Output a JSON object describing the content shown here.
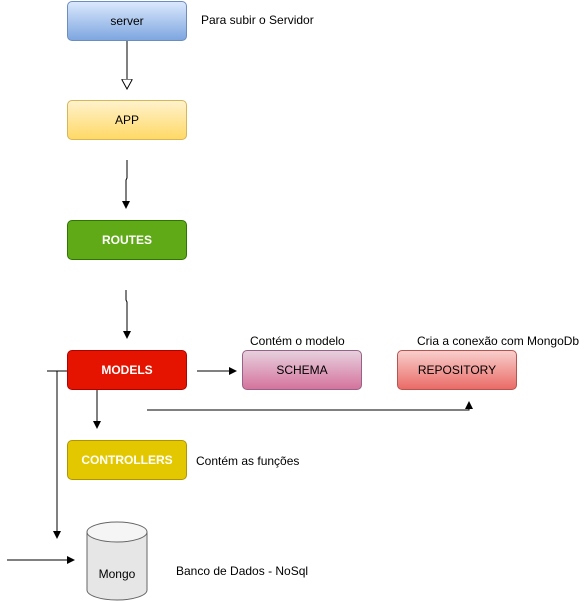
{
  "nodes": {
    "server": "server",
    "app": "APP",
    "routes": "ROUTES",
    "models": "MODELS",
    "schema": "SCHEMA",
    "repository": "REPOSITORY",
    "controllers": "CONTROLLERS",
    "mongo": "Mongo"
  },
  "notes": {
    "server": "Para subir o Servidor",
    "schema": "Contém o modelo",
    "repository": "Cria a conexão com MongoDb",
    "controllers": "Contém as funções",
    "mongo": "Banco de Dados - NoSql"
  },
  "colors": {
    "routes": "#60a917",
    "models": "#e51400",
    "controllers": "#e3c800",
    "edge": "#000000"
  }
}
